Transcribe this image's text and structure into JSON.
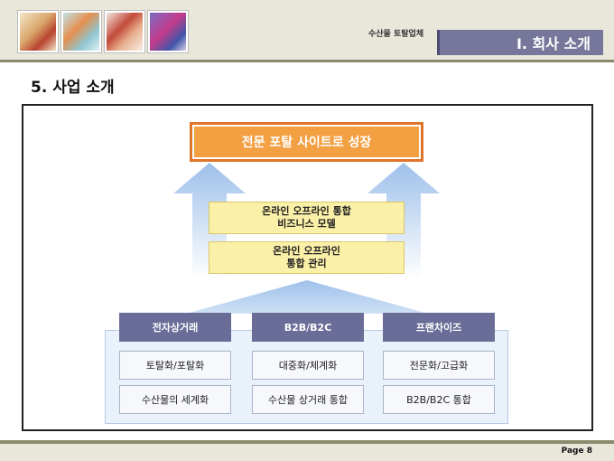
{
  "header": {
    "company": "수산물 토탈업체",
    "section": "I. 회사 소개",
    "thumbnails": [
      "seafood-photo-1",
      "seafood-photo-2",
      "seafood-photo-3",
      "seafood-photo-4"
    ]
  },
  "title": "5. 사업 소개",
  "diagram": {
    "goal": "전문 포탈 사이트로 성장",
    "steps": [
      {
        "line1": "온라인 오프라인 통합",
        "line2": "비즈니스 모델"
      },
      {
        "line1": "온라인 오프라인",
        "line2": "통합 관리"
      }
    ],
    "columns": [
      {
        "header": "전자상거래",
        "items": [
          "토탈화/포탈화",
          "수산물의 세계화"
        ]
      },
      {
        "header": "B2B/B2C",
        "items": [
          "대중화/체계화",
          "수산물 상거래 통합"
        ]
      },
      {
        "header": "프랜차이즈",
        "items": [
          "전문화/고급화",
          "B2B/B2C 통합"
        ]
      }
    ],
    "colors": {
      "goal": "#f3a043",
      "step": "#fbf0a8",
      "header": "#6a6d97",
      "arrow": "#a9c8ec"
    }
  },
  "footer": {
    "page": "Page 8"
  }
}
